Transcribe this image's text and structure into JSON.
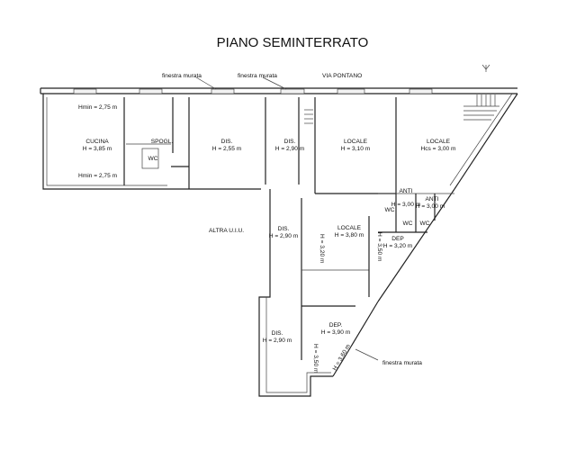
{
  "title": "PIANO SEMINTERRATO",
  "street": "VIA PONTANO",
  "window_labels": [
    "finestra murata",
    "finestra murata",
    "finestra murata"
  ],
  "rooms": [
    {
      "name": "CUCINA",
      "height": "H = 3,85 m"
    },
    {
      "name": "SPOGL.",
      "height": ""
    },
    {
      "name": "WC",
      "height": ""
    },
    {
      "name": "DIS.",
      "height": "H = 2,55 m"
    },
    {
      "name": "DIS.",
      "height": "H = 2,90 m"
    },
    {
      "name": "LOCALE",
      "height": "H = 3,10 m"
    },
    {
      "name": "LOCALE",
      "height": "Hcs = 3,00 m"
    },
    {
      "name": "ANTI",
      "height": "H = 3,00 m"
    },
    {
      "name": "ANTI",
      "height": "H = 3,00 m"
    },
    {
      "name": "WC",
      "height": ""
    },
    {
      "name": "WC",
      "height": ""
    },
    {
      "name": "WC",
      "height": ""
    },
    {
      "name": "DEP",
      "height": "H = 3,20 m"
    },
    {
      "name": "DIS.",
      "height": "H = 2,90 m"
    },
    {
      "name": "LOCALE",
      "height": "H = 3,80 m"
    },
    {
      "name": "DIS.",
      "height": "H = 2,90 m"
    },
    {
      "name": "DEP.",
      "height": "H = 3,90 m"
    }
  ],
  "other_texts": [
    "Hmin = 2,75 m",
    "Hmin = 2,75 m",
    "ALTRA U.I.U."
  ],
  "vertical_heights": [
    "H = 3,20 m",
    "H = 3,50 m",
    "H = 3,50 m",
    "H = 3,60 m"
  ]
}
